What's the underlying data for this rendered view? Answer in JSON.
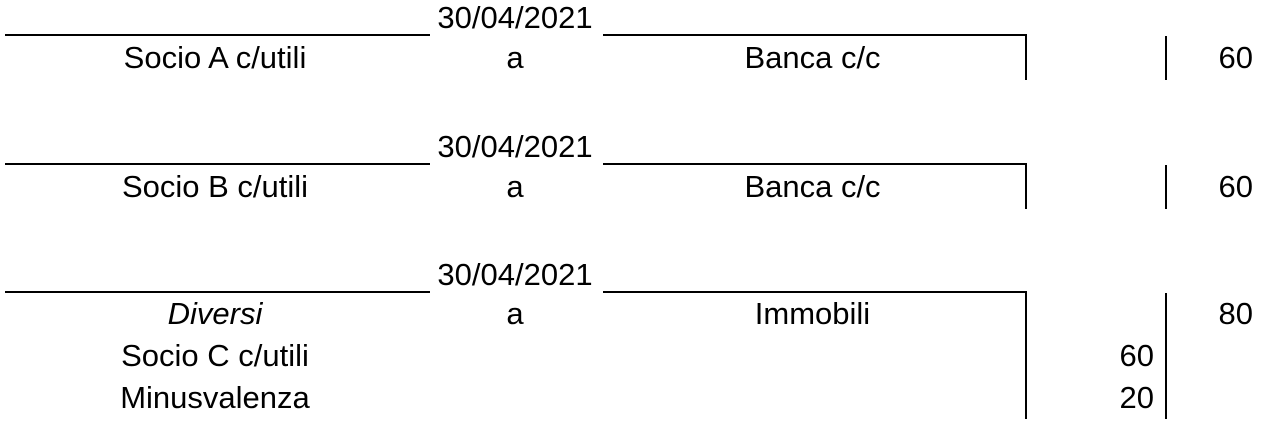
{
  "document": {
    "kind": "double-entry journal entries",
    "colors": {
      "text": "#000000",
      "rule": "#000000",
      "background": "#ffffff"
    },
    "entries": [
      {
        "date": "30/04/2021",
        "rows": [
          {
            "debit": "Socio A c/utili",
            "connector": "a",
            "credit": "Banca c/c",
            "partial": "",
            "total": "60"
          }
        ]
      },
      {
        "date": "30/04/2021",
        "rows": [
          {
            "debit": "Socio B c/utili",
            "connector": "a",
            "credit": "Banca c/c",
            "partial": "",
            "total": "60"
          }
        ]
      },
      {
        "date": "30/04/2021",
        "rows": [
          {
            "debit": "Diversi",
            "debit_style": "italic",
            "connector": "a",
            "credit": "Immobili",
            "partial": "",
            "total": "80"
          },
          {
            "debit": "Socio C c/utili",
            "connector": "",
            "credit": "",
            "partial": "60",
            "total": ""
          },
          {
            "debit": "Minusvalenza",
            "connector": "",
            "credit": "",
            "partial": "20",
            "total": ""
          }
        ]
      }
    ]
  }
}
